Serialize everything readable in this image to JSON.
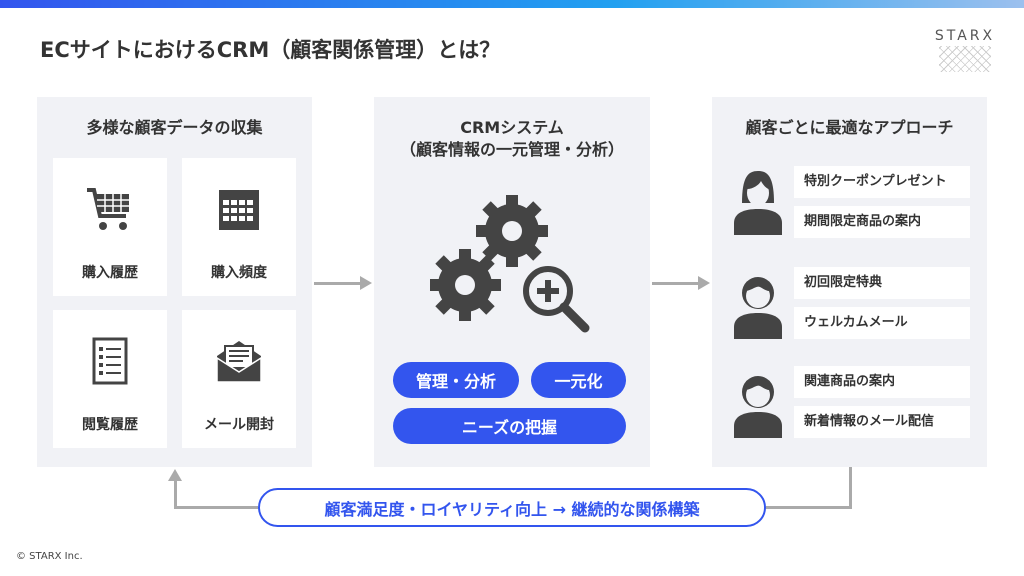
{
  "title": "ECサイトにおけるCRM（顧客関係管理）とは？",
  "logo": "STARX",
  "left": {
    "heading": "多様な顧客データの収集",
    "cards": [
      {
        "label": "購入履歴",
        "icon": "shopping-cart-icon"
      },
      {
        "label": "購入頻度",
        "icon": "calendar-icon"
      },
      {
        "label": "閲覧履歴",
        "icon": "document-list-icon"
      },
      {
        "label": "メール開封",
        "icon": "open-envelope-icon"
      }
    ]
  },
  "middle": {
    "heading_line1": "CRMシステム",
    "heading_line2": "（顧客情報の一元管理・分析）",
    "pills": [
      "管理・分析",
      "一元化",
      "ニーズの把握"
    ]
  },
  "right": {
    "heading": "顧客ごとに最適なアプローチ",
    "groups": [
      {
        "items": [
          "特別クーポンプレゼント",
          "期間限定商品の案内"
        ]
      },
      {
        "items": [
          "初回限定特典",
          "ウェルカムメール"
        ]
      },
      {
        "items": [
          "関連商品の案内",
          "新着情報のメール配信"
        ]
      }
    ]
  },
  "feedback": "顧客満足度・ロイヤリティ向上 → 継続的な関係構築",
  "copyright": "© STARX Inc.",
  "colors": {
    "accent": "#3355ee",
    "panel": "#f1f2f6",
    "icon": "#444444"
  }
}
